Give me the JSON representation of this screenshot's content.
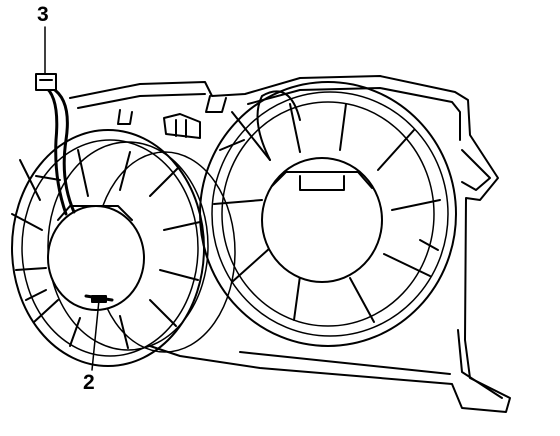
{
  "diagram": {
    "callouts": [
      {
        "number": "3"
      },
      {
        "number": "2"
      }
    ],
    "components": [
      {
        "id": "left-fan"
      },
      {
        "id": "right-fan"
      },
      {
        "id": "shroud"
      },
      {
        "id": "wiring-harness"
      }
    ],
    "colors": {
      "stroke": "#000000",
      "fill": "#ffffff"
    }
  }
}
